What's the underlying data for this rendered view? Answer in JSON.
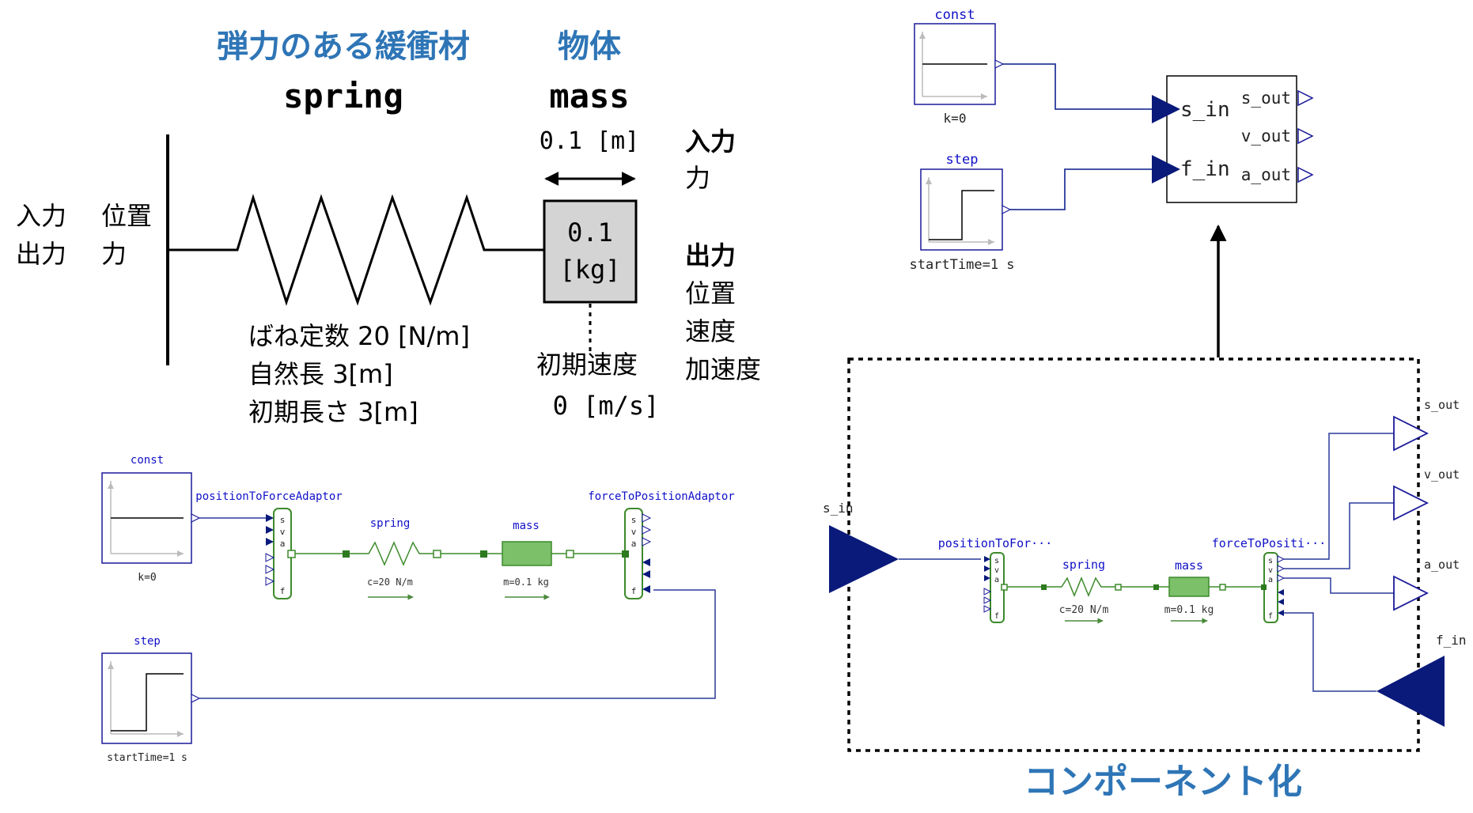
{
  "physical": {
    "spring_title_jp": "弾力のある緩衝材",
    "spring_title_en": "spring",
    "mass_title_jp": "物体",
    "mass_title_en": "mass",
    "mass_width": "0.1 [m]",
    "mass_value": "0.1",
    "mass_unit": "[kg]",
    "left_input": "入力",
    "left_input_value": "位置",
    "left_output": "出力",
    "left_output_value": "力",
    "right_input_title": "入力",
    "right_input_value": "力",
    "right_output_title": "出力",
    "right_output_values": [
      "位置",
      "速度",
      "加速度"
    ],
    "spring_params": [
      "ばね定数 20 [N/m]",
      "自然長 3[m]",
      "初期長さ 3[m]"
    ],
    "init_velocity_label": "初期速度",
    "init_velocity_value": "0 [m/s]"
  },
  "model_left": {
    "const_label": "const",
    "const_param": "k=0",
    "step_label": "step",
    "step_param": "startTime=1 s",
    "p2f_label": "positionToForceAdaptor",
    "f2p_label": "forceToPositionAdaptor",
    "spring_label": "spring",
    "spring_param": "c=20 N/m",
    "mass_label": "mass",
    "mass_param": "m=0.1 kg",
    "adaptor_ports": [
      "s",
      "v",
      "a",
      "f"
    ]
  },
  "model_top": {
    "const_label": "const",
    "const_param": "k=0",
    "step_label": "step",
    "step_param": "startTime=1 s",
    "in_ports": [
      "s_in",
      "f_in"
    ],
    "out_ports": [
      "s_out",
      "v_out",
      "a_out"
    ]
  },
  "model_inner": {
    "s_in_label": "s_in",
    "f_in_label": "f_in",
    "out_labels": [
      "s_out",
      "v_out",
      "a_out"
    ],
    "p2f_label": "positionToFor···",
    "f2p_label": "forceToPositi···",
    "spring_label": "spring",
    "spring_param": "c=20 N/m",
    "mass_label": "mass",
    "mass_param": "m=0.1 kg",
    "adaptor_ports": [
      "s",
      "v",
      "a",
      "f"
    ]
  },
  "componentize_label": "コンポーネント化",
  "colors": {
    "title_blue": "#2e75b6",
    "modelica_blue": "#1010c8",
    "navy": "#0a1a7a",
    "line_blue": "#2a3a9a",
    "green": "#3c8a2a",
    "mass_fill": "#7cc06a"
  }
}
